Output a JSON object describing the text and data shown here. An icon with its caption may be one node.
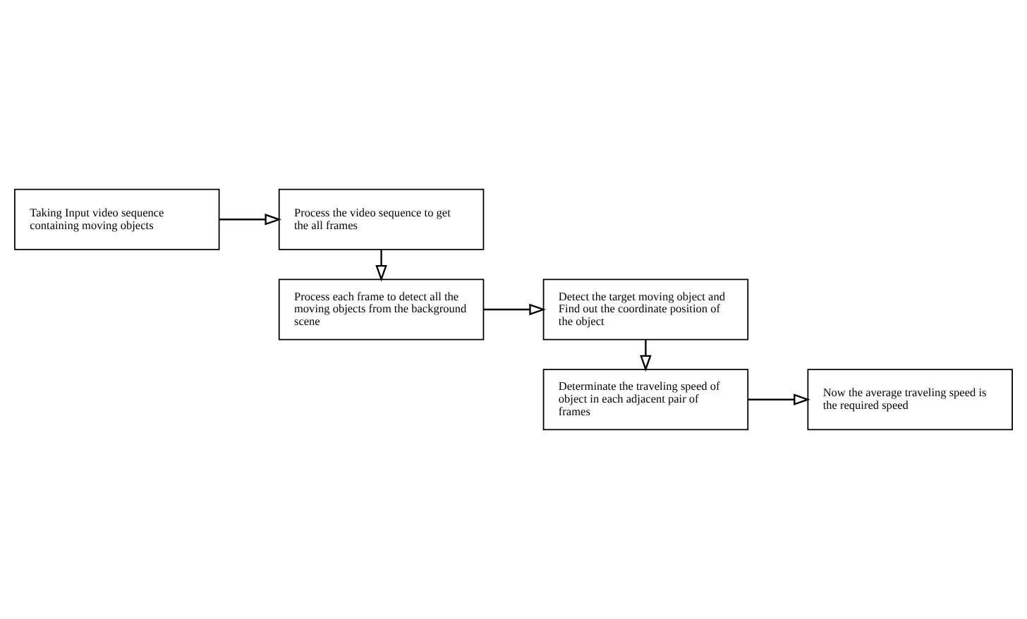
{
  "diagram": {
    "nodes": [
      {
        "text": [
          "Taking Input video sequence containing moving objects"
        ]
      },
      {
        "text": [
          "Process the video sequence to get the all frames"
        ]
      },
      {
        "text": [
          "Process each frame to detect all the moving objects from the background scene"
        ]
      },
      {
        "text": [
          "Detect the target moving object and Find out the coordinate position of the object"
        ]
      },
      {
        "text": [
          "Determinate the traveling speed of object in each adjacent pair of frames"
        ]
      },
      {
        "text": [
          "Now the average traveling speed is the required speed"
        ]
      }
    ],
    "edges": [
      {
        "from": 0,
        "to": 1,
        "arrow": "to"
      },
      {
        "from": 1,
        "to": 2,
        "arrow": "to"
      },
      {
        "from": 2,
        "to": 3,
        "arrow": "to"
      },
      {
        "from": 3,
        "to": 4,
        "arrow": "to"
      },
      {
        "from": 4,
        "to": 5,
        "arrow": "to"
      }
    ]
  }
}
